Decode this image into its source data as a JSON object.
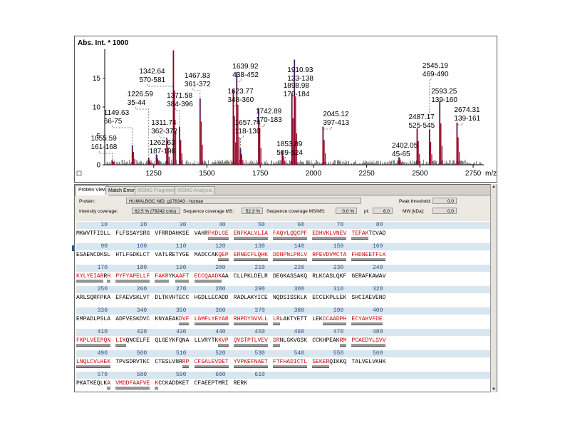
{
  "spectrum": {
    "y_title": "Abs. Int. * 1000",
    "x_unit": "m/z",
    "corner_icon": "plot-options-icon"
  },
  "chart_data": {
    "type": "bar",
    "title": "",
    "xlabel": "m/z",
    "ylabel": "Abs. Int. * 1000",
    "xlim": [
      1020,
      2800
    ],
    "ylim": [
      0,
      20
    ],
    "x_ticks": [
      1250,
      1500,
      1750,
      2000,
      2250,
      2500,
      2750
    ],
    "y_ticks": [
      0,
      5,
      10,
      15
    ],
    "grid": false,
    "peaks_mz": [
      1055.59,
      1149.63,
      1226.59,
      1262.63,
      1311.74,
      1342.64,
      1371.58,
      1467.83,
      1623.77,
      1639.92,
      1657.74,
      1742.89,
      1853.89,
      1898.98,
      1910.93,
      2045.12,
      2402.05,
      2487.17,
      2545.19,
      2593.25,
      2674.31
    ],
    "peaks_intensity": [
      0.8,
      3.4,
      1.2,
      1.8,
      4.6,
      19.8,
      6.6,
      11.5,
      13.0,
      16.0,
      2.8,
      9.8,
      2.4,
      12.4,
      18.2,
      6.6,
      1.3,
      6.3,
      6.1,
      11.0,
      7.3
    ],
    "labels": [
      {
        "mz": "1055.59",
        "range": "161-168"
      },
      {
        "mz": "1149.63",
        "range": "66-75"
      },
      {
        "mz": "1226.59",
        "range": "35-44"
      },
      {
        "mz": "1262.63",
        "range": "187-198"
      },
      {
        "mz": "1311.74",
        "range": "362-372"
      },
      {
        "mz": "1342.64",
        "range": "570-581"
      },
      {
        "mz": "1371.58",
        "range": "384-396"
      },
      {
        "mz": "1467.83",
        "range": "361-372"
      },
      {
        "mz": "1623.77",
        "range": "348-360"
      },
      {
        "mz": "1639.92",
        "range": "438-452"
      },
      {
        "mz": "1657.74",
        "range": "118-130"
      },
      {
        "mz": "1742.89",
        "range": "170-183"
      },
      {
        "mz": "1853.89",
        "range": "509-524"
      },
      {
        "mz": "1898.98",
        "range": "170-184"
      },
      {
        "mz": "1910.93",
        "range": "123-138"
      },
      {
        "mz": "2045.12",
        "range": "397-413"
      },
      {
        "mz": "2402.05",
        "range": "45-65"
      },
      {
        "mz": "2487.17",
        "range": "525-545"
      },
      {
        "mz": "2545.19",
        "range": "469-490"
      },
      {
        "mz": "2593.25",
        "range": "139-160"
      },
      {
        "mz": "2674.31",
        "range": "139-161"
      }
    ]
  },
  "tabs": [
    {
      "label": "Protein View",
      "active": true,
      "enabled": true
    },
    {
      "label": "Match Errors",
      "active": false,
      "enabled": true
    },
    {
      "label": "MSMS Fragments",
      "active": false,
      "enabled": false
    },
    {
      "label": "MSMS Analysis",
      "active": false,
      "enabled": false
    }
  ],
  "info": {
    "protein_label": "Protein:",
    "protein_value": "HUMALBGC NID: g178343 - human",
    "peak_threshold_label": "Peak threshold:",
    "peak_threshold_value": "0.0",
    "intensity_coverage_label": "Intensity coverage:",
    "intensity_coverage_value": "62.5 % (79242 cnts)",
    "seq_cov_ms_label": "Sequence coverage MS:",
    "seq_cov_ms_value": "52.3 %",
    "seq_cov_msms_label": "Sequence coverage MS/MS:",
    "seq_cov_msms_value": "0.0 %",
    "pi_label": "pI:",
    "pi_value": "6.0",
    "mw_label": "MW [kDa]:",
    "mw_value": "0.0"
  },
  "sequence": {
    "rows": [
      {
        "nums": [
          "10",
          "20",
          "30",
          "40",
          "50",
          "60",
          "70",
          "80"
        ],
        "seq": "MKWVTFISLLFLFSSAYSRGVFRRDAHKSEVAHRFKDLGEENFKALVLIAFAQYLQQCPFEDHVKLVNEVTEFAKTCVAD"
      },
      {
        "nums": [
          "90",
          "100",
          "110",
          "120",
          "130",
          "140",
          "150",
          "160"
        ],
        "seq": "ESAENCDKSLHTLFGDKLCTVATLRETYGEMADCCAKQEPERNECFLQHKDDNPNLPRLVRPEVDVMCTAFHDNEETFLK"
      },
      {
        "nums": [
          "170",
          "180",
          "190",
          "200",
          "210",
          "220",
          "230",
          "240"
        ],
        "seq": "KYLYEIARRHPYFYAPELLFFAKRYKAAFTECCQAADKAACLLPKLDELRDEGKASSAKQRLKCASLQKFGERAFKAWAV"
      },
      {
        "nums": [
          "250",
          "260",
          "270",
          "280",
          "290",
          "300",
          "310",
          "320"
        ],
        "seq": "ARLSQRFPKAEFAEVSKLVTDLTKVHTECCHGDLLECADDRADLAKYICENQDSISSKLKECCEKPLLEKSHCIAEVEND"
      },
      {
        "nums": [
          "330",
          "340",
          "350",
          "360",
          "370",
          "380",
          "390",
          "400"
        ],
        "seq": "EMPADLPSLAADFVESKDVCKNYAEAKDVFLGMFLYEYARRHPDYSVVLLLRLAKTYETTLEKCCAADPHECYAKVFDE"
      },
      {
        "nums": [
          "410",
          "420",
          "430",
          "440",
          "450",
          "460",
          "470",
          "480"
        ],
        "seq": "FKPLVEEPQNLIKQNCELFEQLGEYKFQNALLVRYTKKVPQVSTPTLVEVSRNLGKVGSKCCKHPEAKRMPCAEDYLSVV"
      },
      {
        "nums": [
          "490",
          "500",
          "510",
          "520",
          "530",
          "540",
          "550",
          "560"
        ],
        "seq": "LNQLCVLHEKTPVSDRVTKCCTESLVNRRPCFSALEVDETYVPKEFNAETFTFHADICTLSEKERQIKKQTALVELVKHK"
      },
      {
        "nums": [
          "570",
          "580",
          "590",
          "600",
          "610"
        ],
        "seq": "PKATKEQLKAVMDDFAAFVEKCCKADDKETCFAEEPTMRIRERK"
      }
    ]
  }
}
